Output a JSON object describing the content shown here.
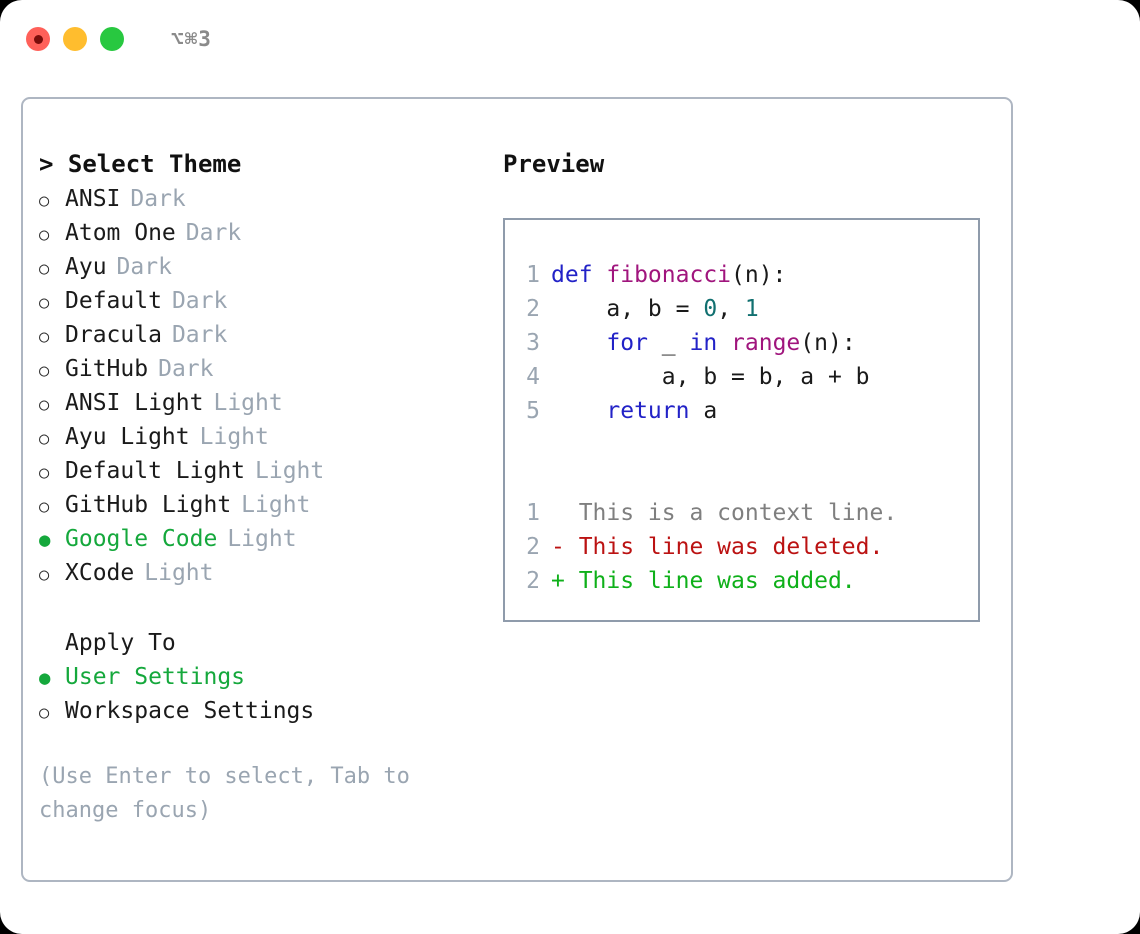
{
  "titlebar": {
    "shortcut": "⌥⌘3",
    "lights": [
      {
        "name": "close",
        "color": "#FF6059"
      },
      {
        "name": "minimize",
        "color": "#FFBD2E"
      },
      {
        "name": "maximize",
        "color": "#28C840"
      }
    ]
  },
  "theme_picker": {
    "title": "> Select Theme",
    "options": [
      {
        "label": "ANSI",
        "tag": "Dark",
        "selected": false,
        "marker": "○"
      },
      {
        "label": "Atom One",
        "tag": "Dark",
        "selected": false,
        "marker": "○"
      },
      {
        "label": "Ayu",
        "tag": "Dark",
        "selected": false,
        "marker": "○"
      },
      {
        "label": "Default",
        "tag": "Dark",
        "selected": false,
        "marker": "○"
      },
      {
        "label": "Dracula",
        "tag": "Dark",
        "selected": false,
        "marker": "○"
      },
      {
        "label": "GitHub",
        "tag": "Dark",
        "selected": false,
        "marker": "○"
      },
      {
        "label": "ANSI Light",
        "tag": "Light",
        "selected": false,
        "marker": "○"
      },
      {
        "label": "Ayu Light",
        "tag": "Light",
        "selected": false,
        "marker": "○"
      },
      {
        "label": "Default Light",
        "tag": "Light",
        "selected": false,
        "marker": "○"
      },
      {
        "label": "GitHub Light",
        "tag": "Light",
        "selected": false,
        "marker": "○"
      },
      {
        "label": "Google Code",
        "tag": "Light",
        "selected": true,
        "marker": "●"
      },
      {
        "label": "XCode",
        "tag": "Light",
        "selected": false,
        "marker": "○"
      }
    ]
  },
  "apply_to": {
    "title": "Apply To",
    "options": [
      {
        "label": "User Settings",
        "selected": true,
        "marker": "●"
      },
      {
        "label": "Workspace Settings",
        "selected": false,
        "marker": "○"
      }
    ]
  },
  "hint": "(Use Enter to select, Tab to change focus)",
  "preview": {
    "title": "Preview",
    "code_lines": [
      {
        "number": "1",
        "tokens": [
          {
            "text": "def ",
            "type": "kw"
          },
          {
            "text": "fibonacci",
            "type": "fn"
          },
          {
            "text": "(n):",
            "type": "plain"
          }
        ]
      },
      {
        "number": "2",
        "tokens": [
          {
            "text": "    a, b = ",
            "type": "plain"
          },
          {
            "text": "0",
            "type": "num"
          },
          {
            "text": ", ",
            "type": "plain"
          },
          {
            "text": "1",
            "type": "num"
          }
        ]
      },
      {
        "number": "3",
        "tokens": [
          {
            "text": "    ",
            "type": "plain"
          },
          {
            "text": "for",
            "type": "kw"
          },
          {
            "text": " _ ",
            "type": "plain"
          },
          {
            "text": "in",
            "type": "kw"
          },
          {
            "text": " ",
            "type": "plain"
          },
          {
            "text": "range",
            "type": "fn"
          },
          {
            "text": "(n):",
            "type": "plain"
          }
        ]
      },
      {
        "number": "4",
        "tokens": [
          {
            "text": "        a, b = b, a + b",
            "type": "plain"
          }
        ]
      },
      {
        "number": "5",
        "tokens": [
          {
            "text": "    ",
            "type": "plain"
          },
          {
            "text": "return",
            "type": "kw"
          },
          {
            "text": " a",
            "type": "plain"
          }
        ]
      }
    ],
    "diff_lines": [
      {
        "number": "1",
        "text": "  This is a context line.",
        "kind": "ctx"
      },
      {
        "number": "2",
        "text": "- This line was deleted.",
        "kind": "del"
      },
      {
        "number": "2",
        "text": "+ This line was added.",
        "kind": "add"
      }
    ]
  },
  "colors": {
    "accent_green": "#15A83C",
    "keyword": "#2222C7",
    "function": "#A0157D",
    "number": "#117070",
    "line_number": "#9AA5B1",
    "diff_context": "#7F7F7F",
    "diff_deleted": "#BB1212",
    "diff_added": "#0FB01A",
    "panel_border": "#AEB6C2",
    "code_border": "#8F9BAB"
  }
}
